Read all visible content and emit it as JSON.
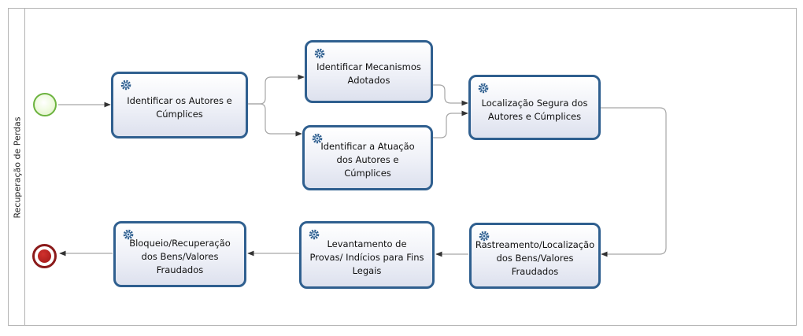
{
  "diagram": {
    "lane_label": "Recuperação de Perdas",
    "start_event": {
      "type": "start"
    },
    "end_event": {
      "type": "end"
    },
    "tasks": {
      "identificar_autores": "Identificar os Autores e Cúmplices",
      "identificar_mecanismos": "Identificar Mecanismos Adotados",
      "identificar_atuacao": "Identificar a Atuação dos Autores e Cúmplices",
      "localizacao_segura": "Localização Segura dos Autores e Cúmplices",
      "rastreamento": "Rastreamento/Localização dos Bens/Valores Fraudados",
      "levantamento": "Levantamento de Provas/ Indícios para Fins Legais",
      "bloqueio": "Bloqueio/Recuperação dos Bens/Valores Fraudados"
    },
    "task_icon": "gear-icon",
    "colors": {
      "task_border": "#2f5f8f",
      "start_event": "#6cb33f",
      "end_event": "#8b1a1a",
      "flow_line": "#a6a6a6"
    }
  }
}
